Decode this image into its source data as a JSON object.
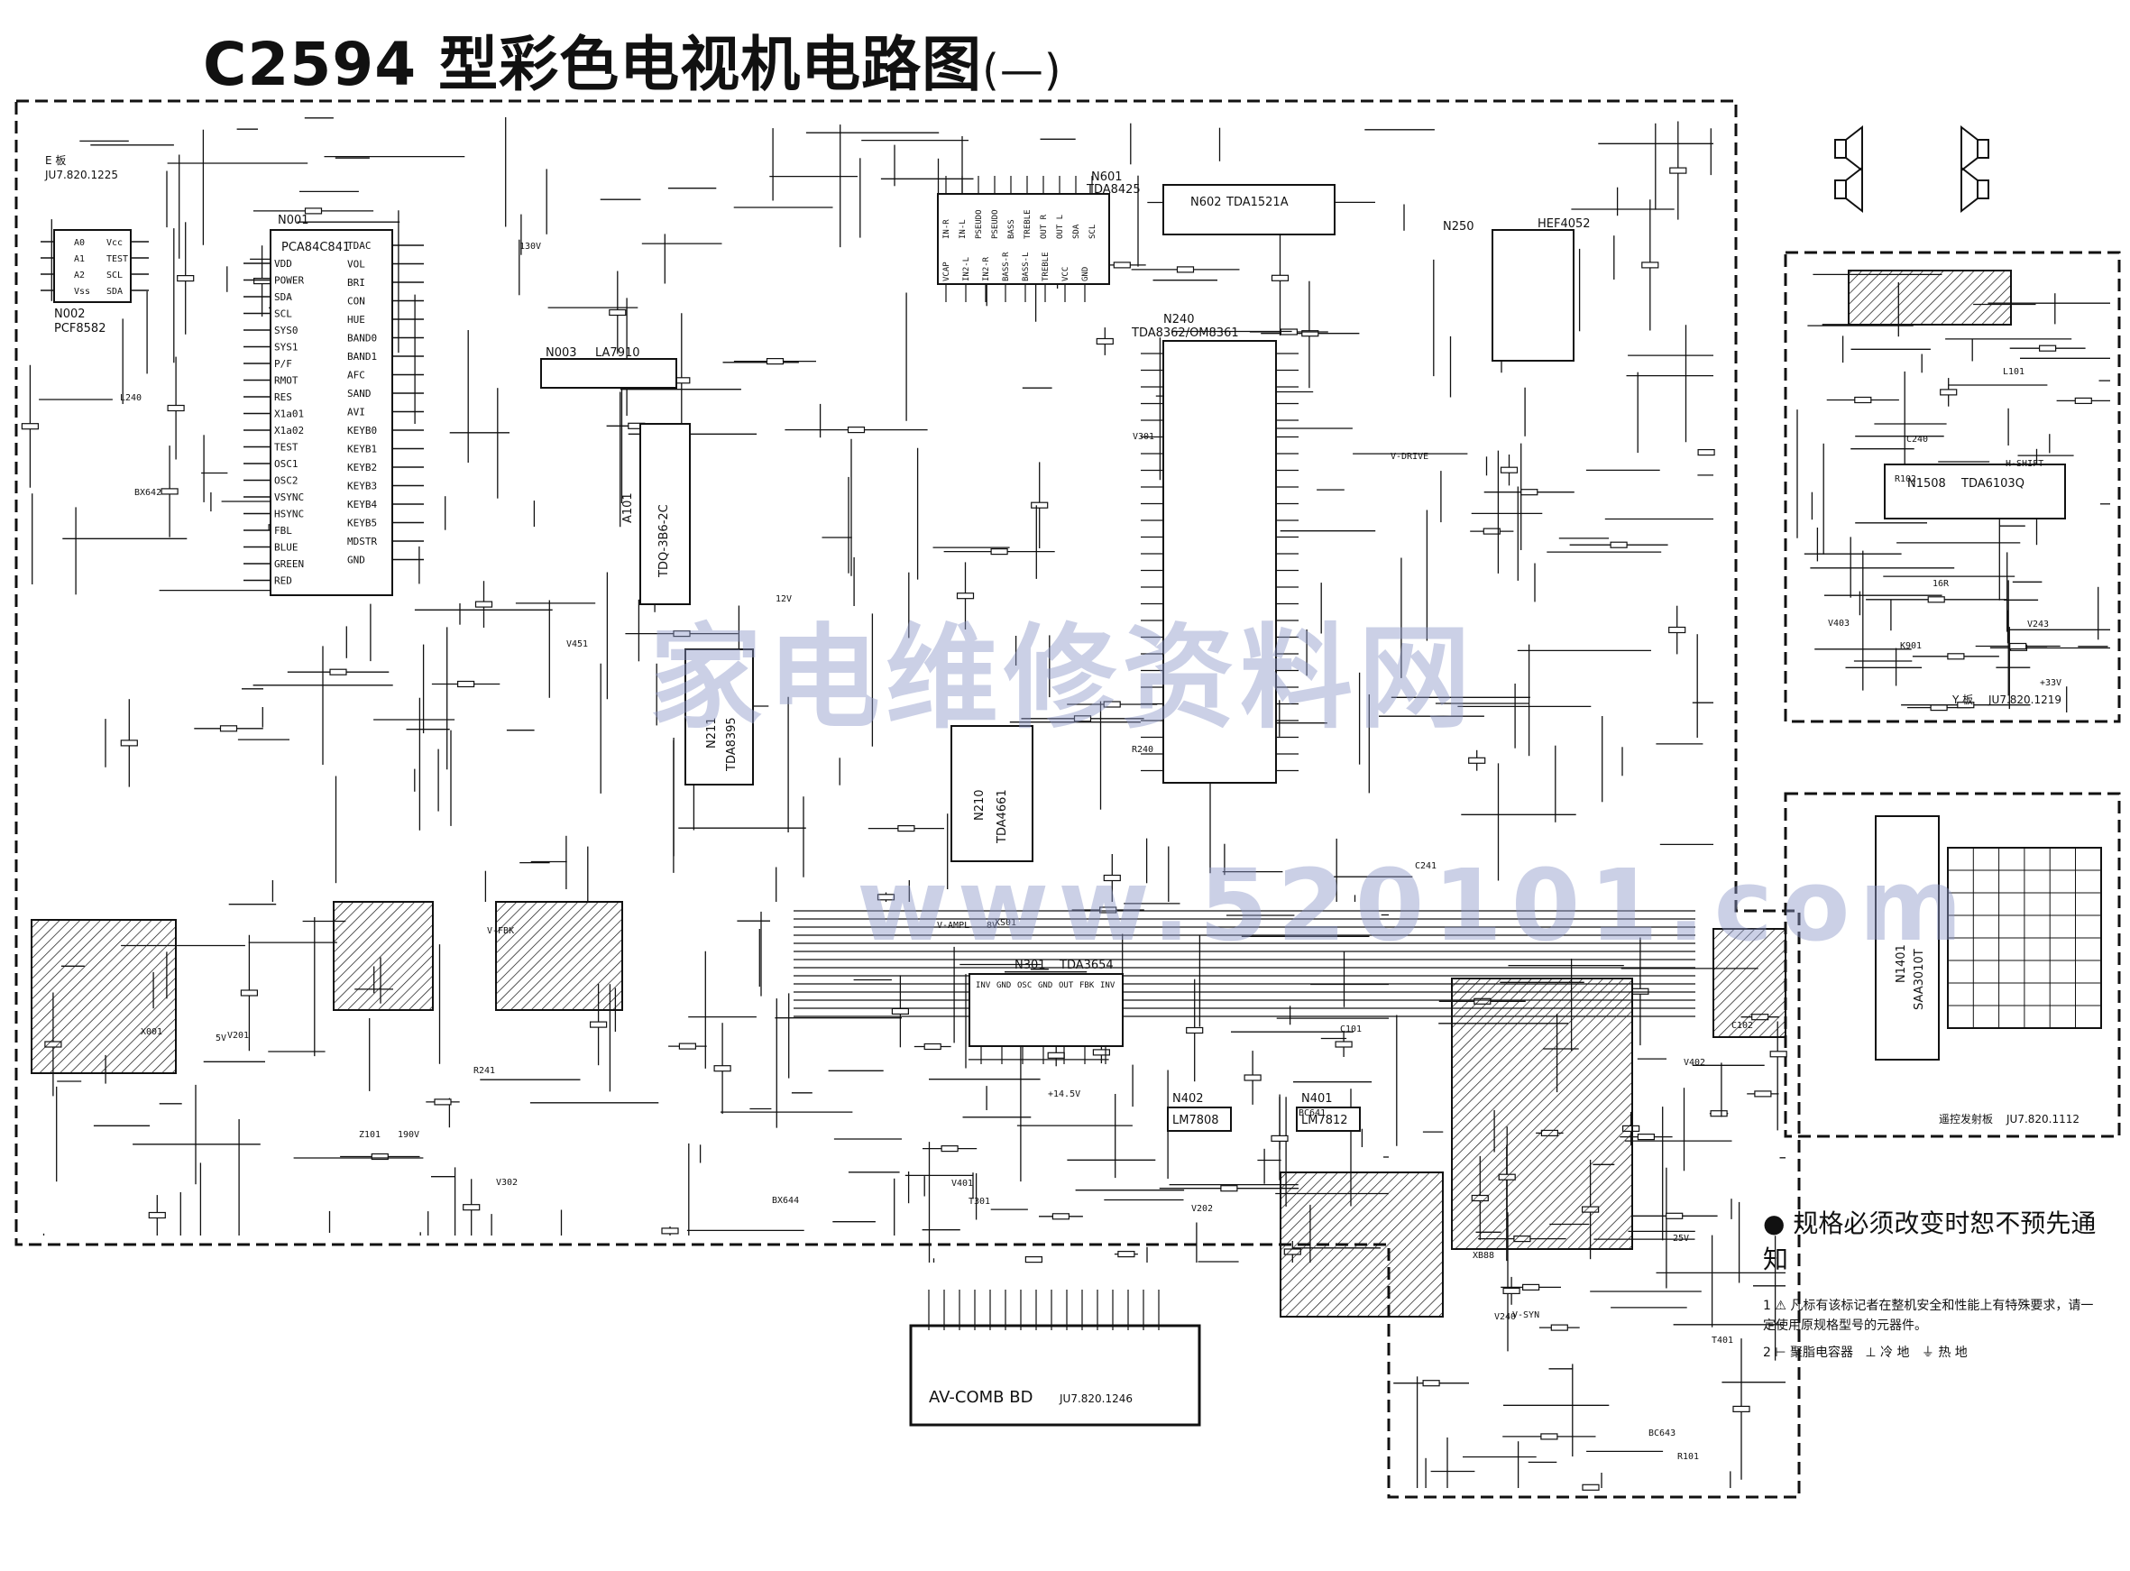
{
  "title": {
    "main": "C2594 型彩色电视机电路图",
    "suffix": "(—)"
  },
  "watermark": {
    "line1": "家电维修资料网",
    "line2": "www.520101.com"
  },
  "boards": [
    {
      "name": "E 板",
      "code": "JU7.820.1225"
    },
    {
      "name": "Y 板",
      "code": "JU7.820.1219"
    },
    {
      "name": "遥控发射板",
      "code": "JU7.820.1112"
    },
    {
      "name": "AV-COMB BD",
      "code": "JU7.820.1246"
    }
  ],
  "chips": [
    {
      "ref": "N001",
      "part": "PCA84C841"
    },
    {
      "ref": "N002",
      "part": "PCF8582"
    },
    {
      "ref": "N003",
      "part": "LA7910"
    },
    {
      "ref": "A101",
      "part": "TDQ-3B6-2C"
    },
    {
      "ref": "N211",
      "part": "TDA8395"
    },
    {
      "ref": "N210",
      "part": "TDA4661"
    },
    {
      "ref": "N601",
      "part": "TDA8425"
    },
    {
      "ref": "N602",
      "part": "TDA1521A"
    },
    {
      "ref": "N240",
      "part": "TDA8362/OM8361"
    },
    {
      "ref": "N301",
      "part": "TDA3654"
    },
    {
      "ref": "N250",
      "part": "HEF4052"
    },
    {
      "ref": "N1508",
      "part": "TDA6103Q"
    },
    {
      "ref": "N1401",
      "part": "SAA3010T"
    },
    {
      "ref": "N402",
      "part": "LM7808"
    },
    {
      "ref": "N401",
      "part": "LM7812"
    }
  ],
  "n001_pins_left": [
    "VDD",
    "POWER",
    "SDA",
    "SCL",
    "SYS0",
    "SYS1",
    "P/F",
    "RMOT",
    "RES",
    "X1a01",
    "X1a02",
    "TEST",
    "OSC1",
    "OSC2",
    "VSYNC",
    "HSYNC",
    "FBL",
    "BLUE",
    "GREEN",
    "RED"
  ],
  "n001_pins_right": [
    "TDAC",
    "VOL",
    "BRI",
    "CON",
    "HUE",
    "BAND0",
    "BAND1",
    "AFC",
    "SAND",
    "AVI",
    "KEYB0",
    "KEYB1",
    "KEYB2",
    "KEYB3",
    "KEYB4",
    "KEYB5",
    "MDSTR",
    "GND"
  ],
  "n002_pins": [
    "A0",
    "A1",
    "A2",
    "Vss",
    "Vcc",
    "TEST",
    "SCL",
    "SDA"
  ],
  "tda8425_pins": [
    "IN-R",
    "IN-L",
    "PSEUDO",
    "PSEUDO",
    "BASS",
    "TREBLE",
    "OUT R",
    "OUT L",
    "SDA",
    "SCL",
    "VCAP",
    "IN2-L",
    "IN2-R",
    "BASS-R",
    "BASS-L",
    "TREBLE",
    "VCC",
    "GND"
  ],
  "n301_pins": [
    "INV",
    "GND",
    "OSC",
    "GND",
    "OUT",
    "FBK",
    "INV"
  ],
  "labels": [
    "12V",
    "5V",
    "8V",
    "25V",
    "+33V",
    "130V",
    "190V",
    "+14.5V",
    "V-SYN",
    "H-SHIFT",
    "V-DRIVE",
    "V-FBK",
    "V-AMPL",
    "R101",
    "R102",
    "R240",
    "R241",
    "C101",
    "C102",
    "C240",
    "C241",
    "V201",
    "V202",
    "V240",
    "V243",
    "V301",
    "V302",
    "V401",
    "V402",
    "V403",
    "V451",
    "Z101",
    "T301",
    "T401",
    "L101",
    "L240",
    "X001",
    "XS01",
    "XB88",
    "K901",
    "BX642",
    "BX644",
    "BC641",
    "BC643",
    "16R"
  ],
  "notes": {
    "bullet": "规格必须改变时恕不预先通知",
    "n1_num": "1",
    "n1_text": "凡标有该标记者在整机安全和性能上有特殊要求，请一定使用原规格型号的元器件。",
    "n2_num": "2",
    "n2_text": "聚脂电容器",
    "n2_cold": "冷 地",
    "n2_hot": "热 地"
  },
  "colors": {
    "ink": "#111111",
    "watermark": "#8c96c8"
  }
}
